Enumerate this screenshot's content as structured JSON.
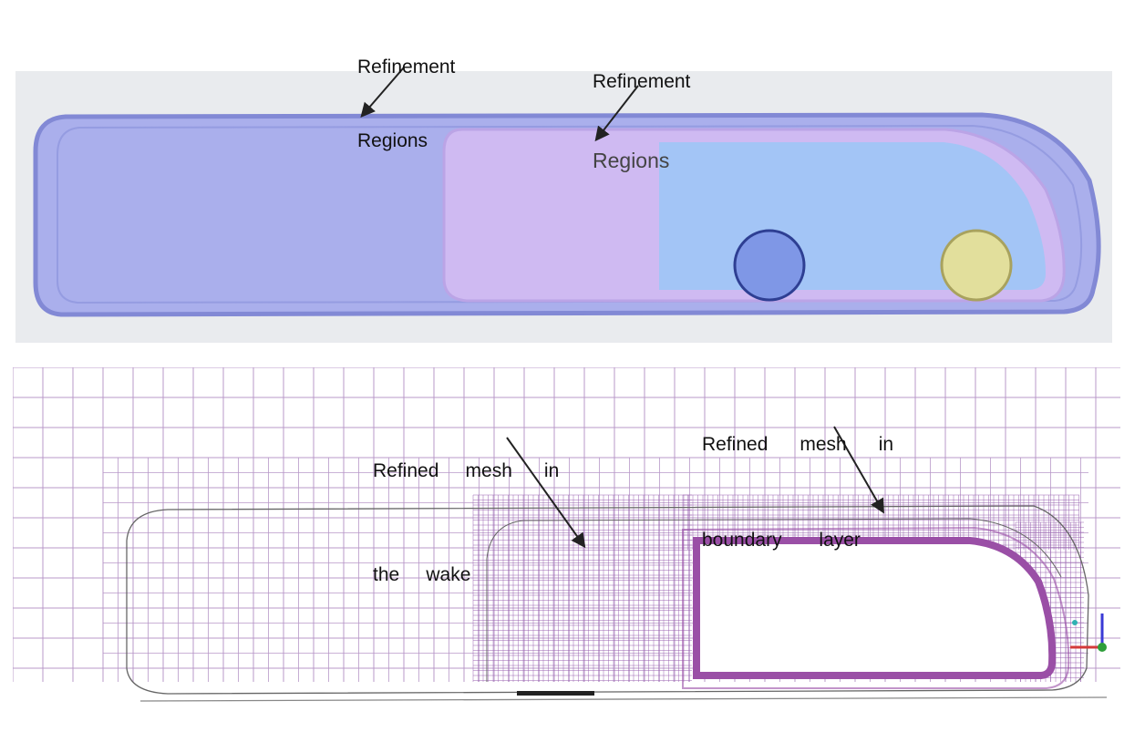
{
  "top_view": {
    "label_left": {
      "line1": "Refinement",
      "line2": "Regions"
    },
    "label_right": {
      "line1": "Refinement",
      "line2": "Regions"
    },
    "colors": {
      "background": "#e9ebee",
      "outer_region": "#a7acec",
      "outer_region_edge": "#7d84d4",
      "inner_region": "#cfbaf2",
      "inner_region_edge": "#bba4e6",
      "core_region": "#a3c5f6",
      "left_cylinder": "#7f97e6",
      "left_cylinder_edge": "#2e3f93",
      "right_cylinder": "#e2df9c",
      "right_cylinder_edge": "#a8a25e"
    }
  },
  "mesh_view": {
    "label_wake": {
      "line1": "Refined     mesh      in",
      "line2": "the     wake"
    },
    "label_boundary": {
      "line1": "Refined      mesh      in",
      "line2": "boundary       layer"
    },
    "colors": {
      "grid_line": "#b899c8",
      "dense_mesh": "#9a63b0",
      "body_outline": "#9a4fa6",
      "contour_line": "#666666"
    }
  }
}
